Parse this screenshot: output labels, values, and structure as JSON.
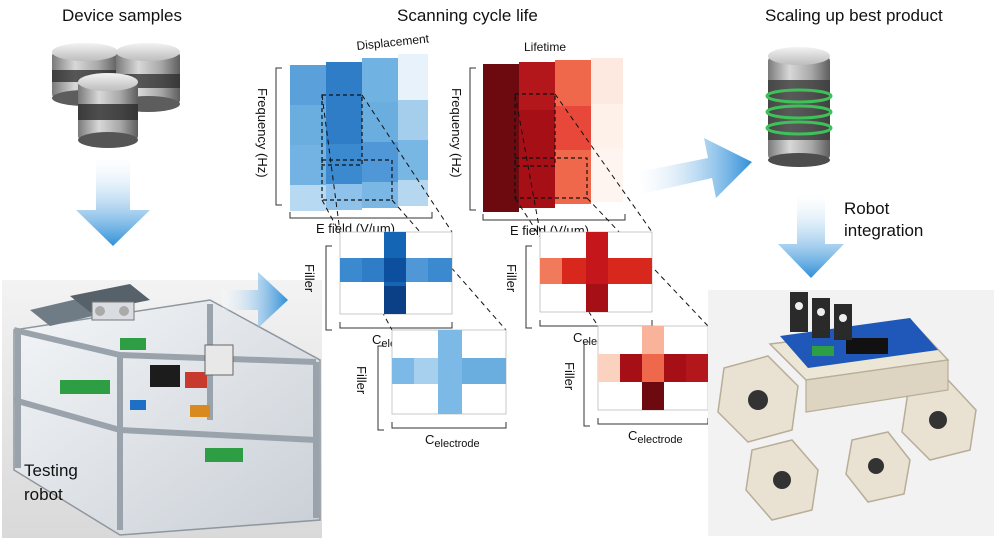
{
  "stages": {
    "device_samples": "Device samples",
    "scanning_cycle_life": "Scanning cycle life",
    "scaling_up": "Scaling up best product"
  },
  "testing_robot": {
    "line1": "Testing",
    "line2": "robot"
  },
  "robot_integration": {
    "line1": "Robot",
    "line2": "integration"
  },
  "heatmaps": {
    "displacement": {
      "title": "Displacement",
      "xlabel": "E field (V/µm)",
      "ylabel": "Frequency (Hz)"
    },
    "lifetime": {
      "title": "Lifetime",
      "xlabel": "E field (V/µm)",
      "ylabel": "Frequency (Hz)"
    }
  },
  "slices": {
    "ylabel": "Filler",
    "xlabel_main": "C",
    "xlabel_sub": "electrode"
  },
  "colors": {
    "flow_arrow": "#2f8fd8",
    "blue_scale": [
      "#eef6fc",
      "#b5d8f0",
      "#6aaee0",
      "#3b89cf",
      "#1565b5",
      "#0b3f86"
    ],
    "red_scale": [
      "#fdf1ea",
      "#f8b39a",
      "#f0684c",
      "#d8281e",
      "#a50f15",
      "#6d0a10"
    ],
    "ring_green": "#3fc15a"
  }
}
